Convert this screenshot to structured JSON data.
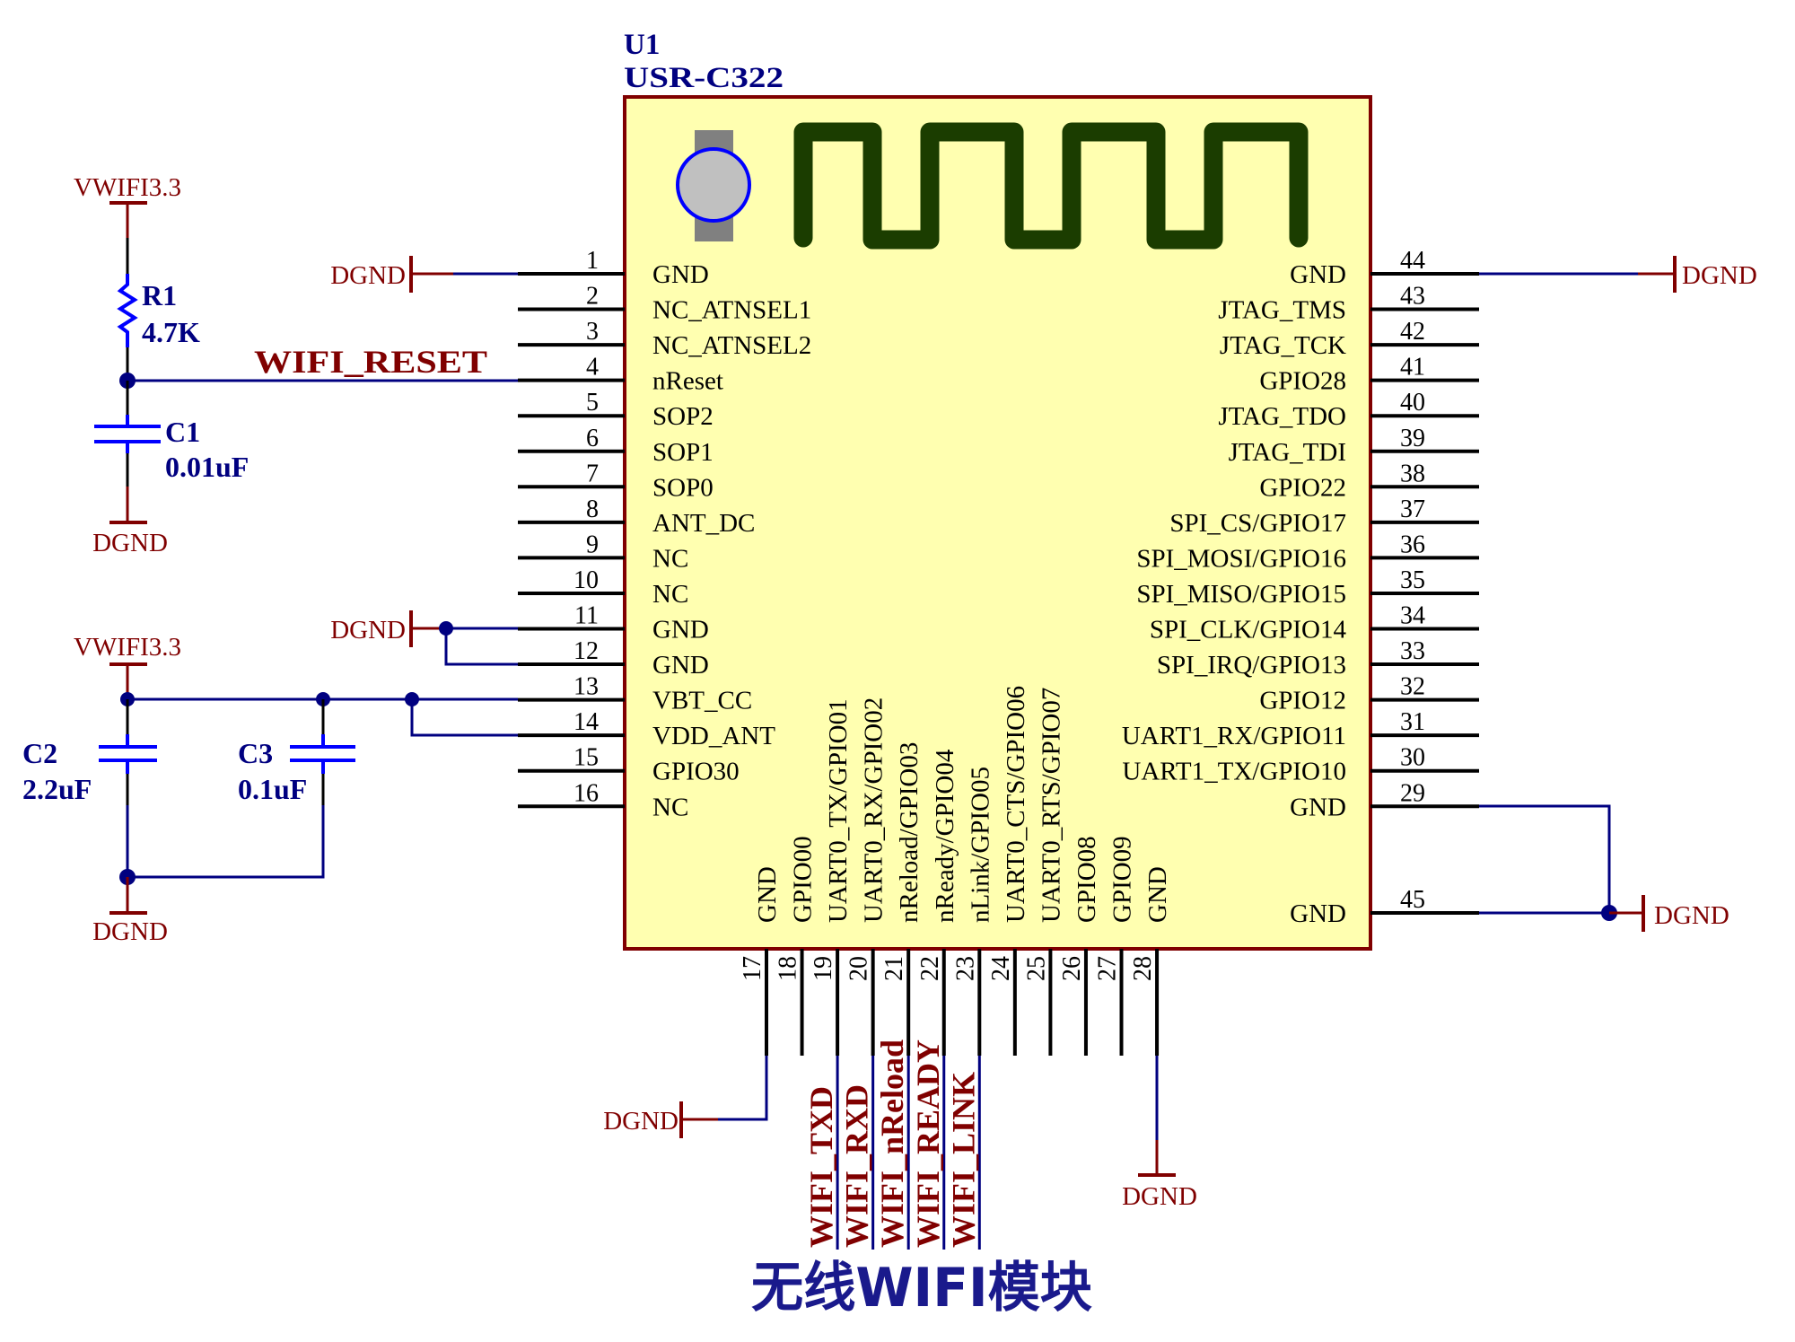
{
  "colors": {
    "wire": "#000080",
    "pin": "#000000",
    "power": "#800000",
    "component": "#0000ff",
    "body_fill": "#ffffb0",
    "body_border": "#800000",
    "antenna": "#1b3d00",
    "crystal_fill": "#c0c0c0",
    "crystal_body": "#808080",
    "designator": "#000080",
    "title": "#1a1a8c"
  },
  "module": {
    "designator": "U1",
    "part": "USR-C322",
    "left_pins": [
      {
        "num": "1",
        "name": "GND"
      },
      {
        "num": "2",
        "name": "NC_ATNSEL1"
      },
      {
        "num": "3",
        "name": "NC_ATNSEL2"
      },
      {
        "num": "4",
        "name": "nReset"
      },
      {
        "num": "5",
        "name": "SOP2"
      },
      {
        "num": "6",
        "name": "SOP1"
      },
      {
        "num": "7",
        "name": "SOP0"
      },
      {
        "num": "8",
        "name": "ANT_DC"
      },
      {
        "num": "9",
        "name": "NC"
      },
      {
        "num": "10",
        "name": "NC"
      },
      {
        "num": "11",
        "name": "GND"
      },
      {
        "num": "12",
        "name": "GND"
      },
      {
        "num": "13",
        "name": "VBT_CC"
      },
      {
        "num": "14",
        "name": "VDD_ANT"
      },
      {
        "num": "15",
        "name": "GPIO30"
      },
      {
        "num": "16",
        "name": "NC"
      }
    ],
    "right_pins": [
      {
        "num": "44",
        "name": "GND"
      },
      {
        "num": "43",
        "name": "JTAG_TMS"
      },
      {
        "num": "42",
        "name": "JTAG_TCK"
      },
      {
        "num": "41",
        "name": "GPIO28"
      },
      {
        "num": "40",
        "name": "JTAG_TDO"
      },
      {
        "num": "39",
        "name": "JTAG_TDI"
      },
      {
        "num": "38",
        "name": "GPIO22"
      },
      {
        "num": "37",
        "name": "SPI_CS/GPIO17"
      },
      {
        "num": "36",
        "name": "SPI_MOSI/GPIO16"
      },
      {
        "num": "35",
        "name": "SPI_MISO/GPIO15"
      },
      {
        "num": "34",
        "name": "SPI_CLK/GPIO14"
      },
      {
        "num": "33",
        "name": "SPI_IRQ/GPIO13"
      },
      {
        "num": "32",
        "name": "GPIO12"
      },
      {
        "num": "31",
        "name": "UART1_RX/GPIO11"
      },
      {
        "num": "30",
        "name": "UART1_TX/GPIO10"
      },
      {
        "num": "29",
        "name": "GND"
      }
    ],
    "extra_right_pin": {
      "num": "45",
      "name": "GND"
    },
    "bottom_pins": [
      {
        "num": "17",
        "name": "GND"
      },
      {
        "num": "18",
        "name": "GPIO00"
      },
      {
        "num": "19",
        "name": "UART0_TX/GPIO01"
      },
      {
        "num": "20",
        "name": "UART0_RX/GPIO02"
      },
      {
        "num": "21",
        "name": "nReload/GPIO03"
      },
      {
        "num": "22",
        "name": "nReady/GPIO04"
      },
      {
        "num": "23",
        "name": "nLink/GPIO05"
      },
      {
        "num": "24",
        "name": "UART0_CTS/GPIO06"
      },
      {
        "num": "25",
        "name": "UART0_RTS/GPIO07"
      },
      {
        "num": "26",
        "name": "GPIO08"
      },
      {
        "num": "27",
        "name": "GPIO09"
      },
      {
        "num": "28",
        "name": "GND"
      }
    ]
  },
  "components": {
    "r1": {
      "designator": "R1",
      "value": "4.7K"
    },
    "c1": {
      "designator": "C1",
      "value": "0.01uF"
    },
    "c2": {
      "designator": "C2",
      "value": "2.2uF"
    },
    "c3": {
      "designator": "C3",
      "value": "0.1uF"
    }
  },
  "power": {
    "vcc_top": "VWIFI3.3",
    "vcc_mid": "VWIFI3.3",
    "gnd": "DGND"
  },
  "nets": {
    "reset": "WIFI_RESET",
    "bottom": [
      "WIFI_TXD",
      "WIFI_RXD",
      "WIFI_nReload",
      "WIFI_READY",
      "WIFI_LINK"
    ]
  },
  "title": "无线WIFI模块"
}
